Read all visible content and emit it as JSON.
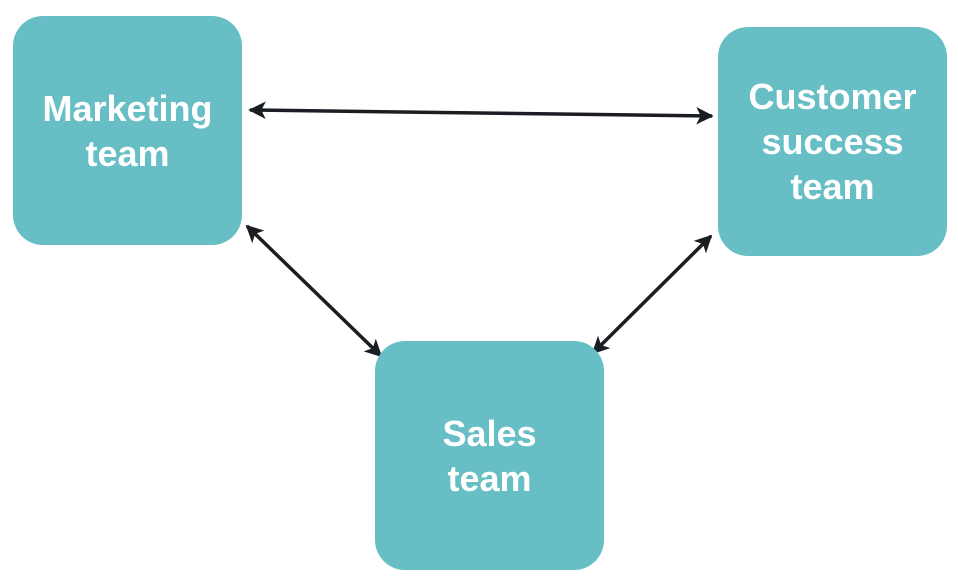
{
  "diagram": {
    "type": "bidirectional relationship diagram",
    "node_color": "#67bfc5",
    "text_color": "#ffffff",
    "arrow_color": "#1a1d22",
    "nodes": [
      {
        "id": "marketing",
        "label": "Marketing\nteam"
      },
      {
        "id": "customer",
        "label": "Customer\nsuccess\nteam"
      },
      {
        "id": "sales",
        "label": "Sales\nteam"
      }
    ],
    "edges": [
      {
        "from": "marketing",
        "to": "customer",
        "direction": "both"
      },
      {
        "from": "marketing",
        "to": "sales",
        "direction": "both"
      },
      {
        "from": "customer",
        "to": "sales",
        "direction": "both"
      }
    ]
  }
}
